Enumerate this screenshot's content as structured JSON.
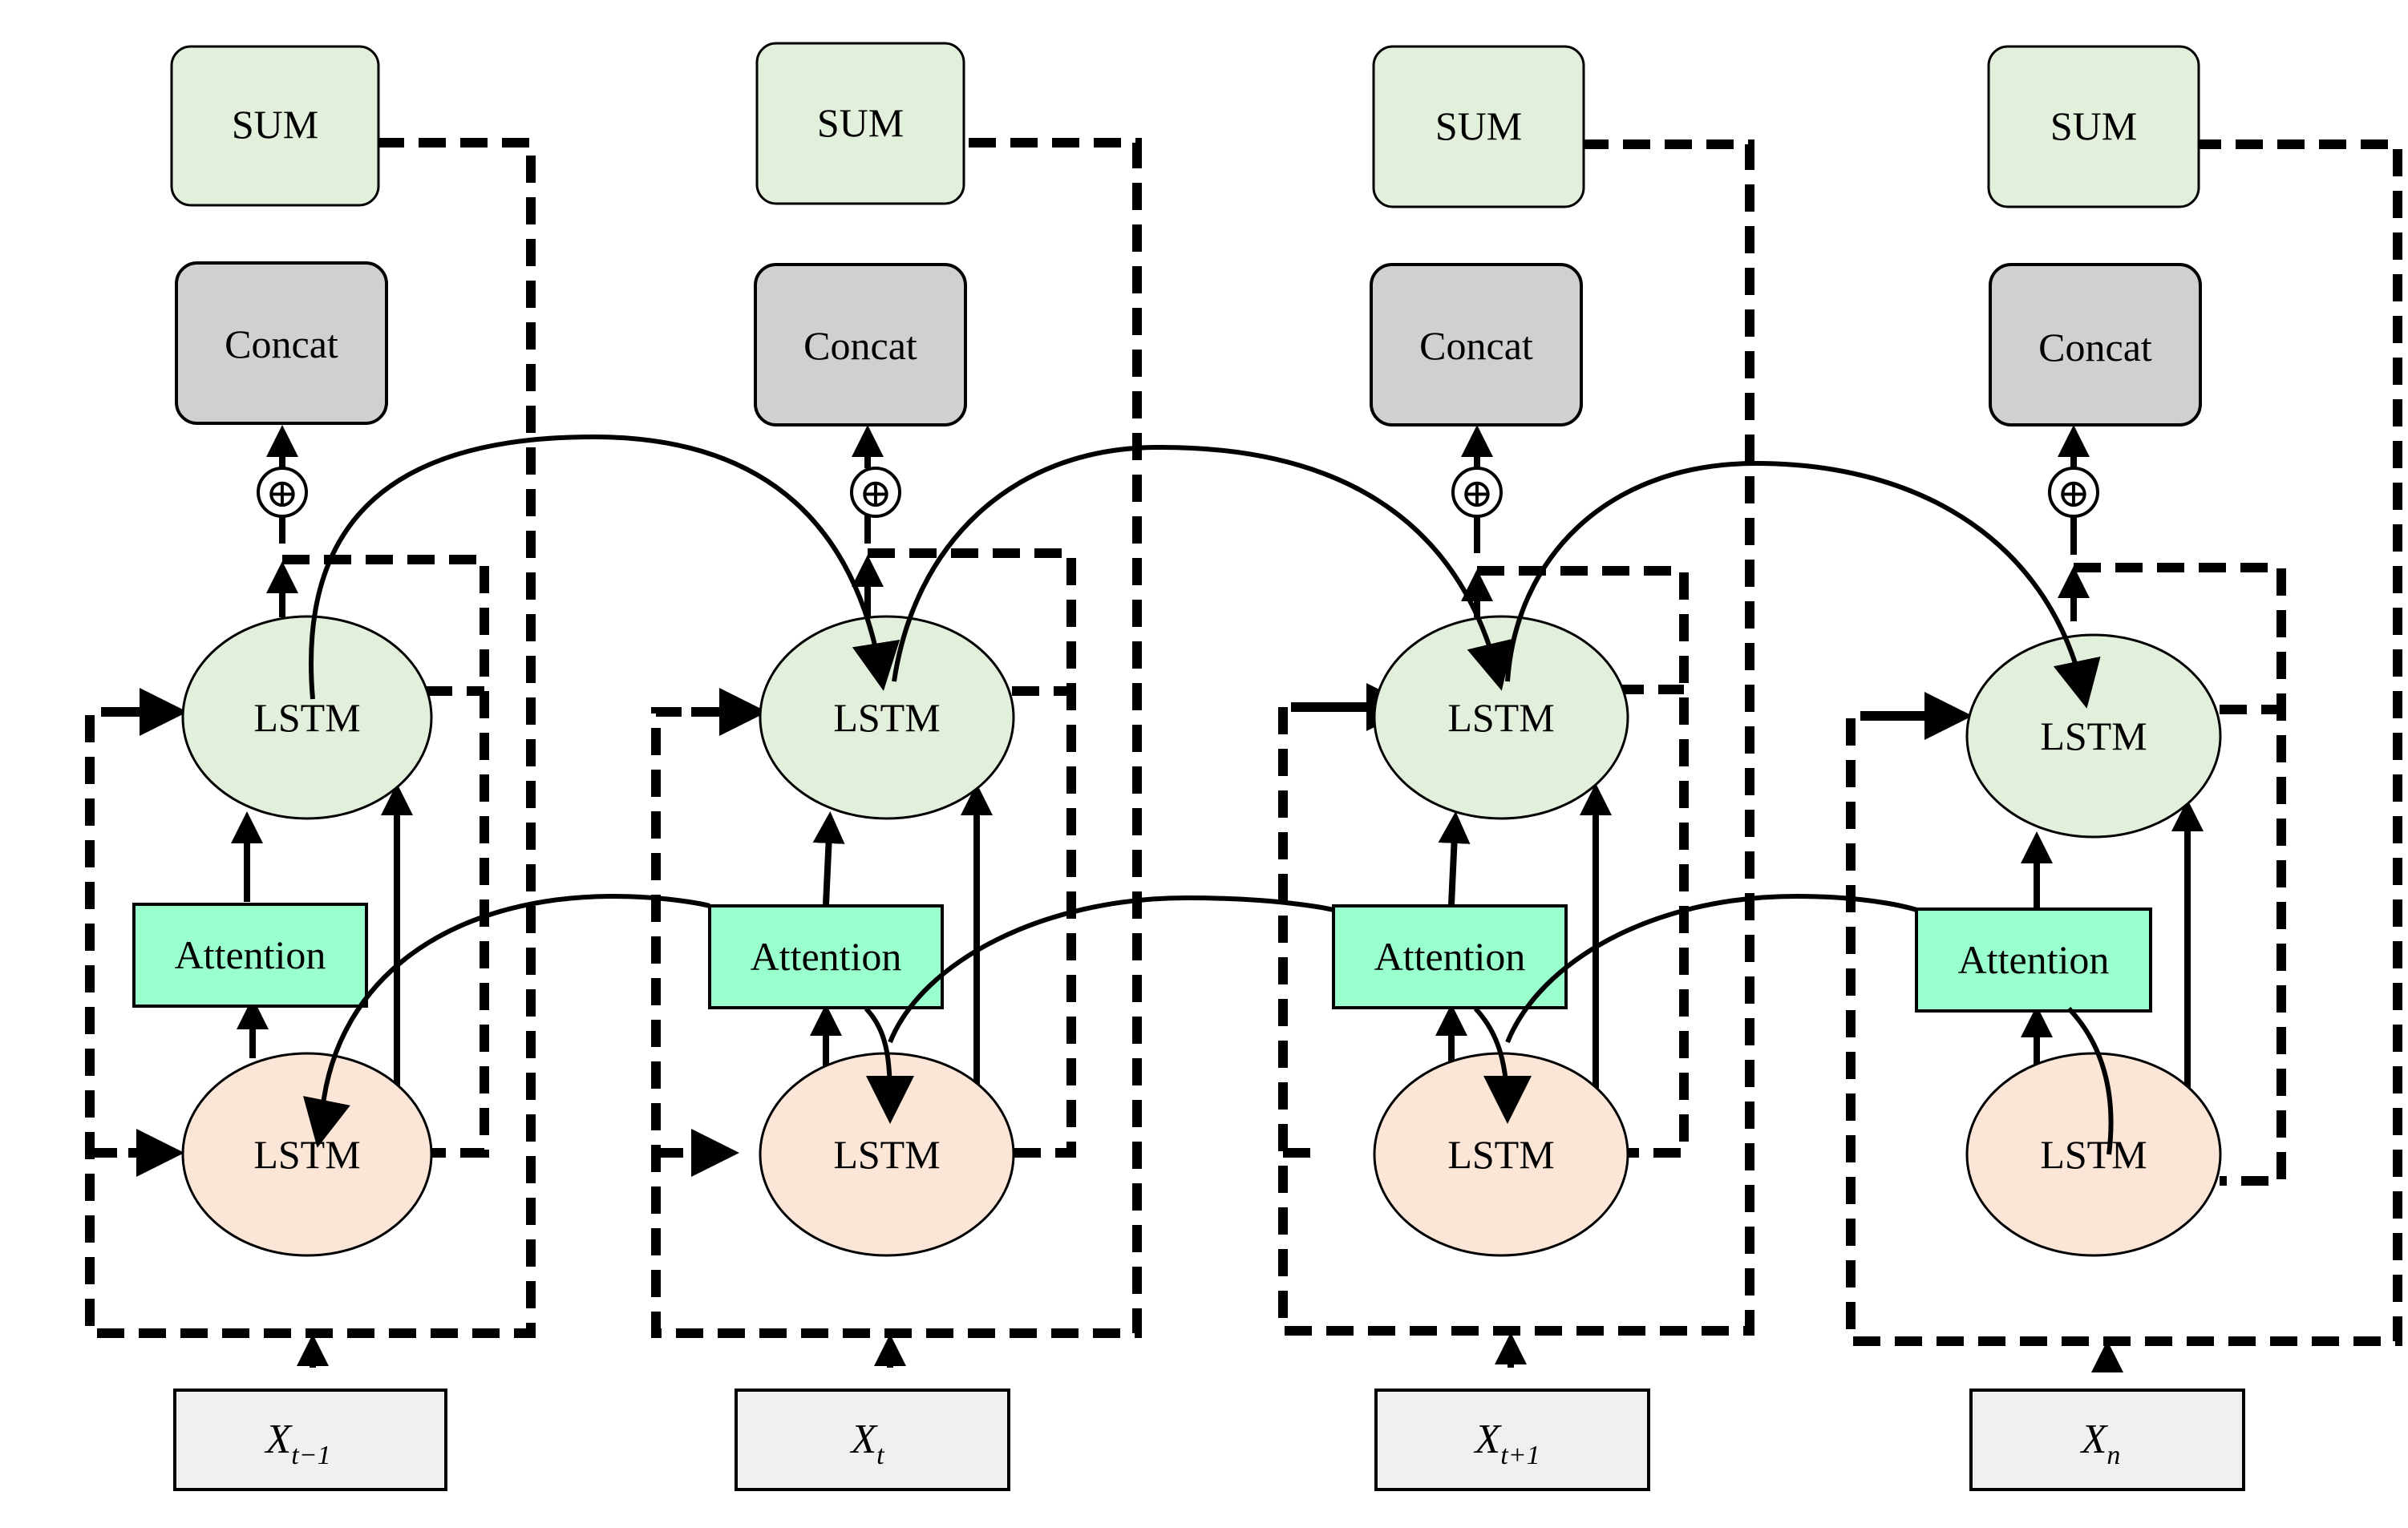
{
  "labels": {
    "sum": "SUM",
    "concat": "Concat",
    "lstm": "LSTM",
    "attention": "Attention",
    "plus": "⊕"
  },
  "columns": [
    {
      "x_main": "X",
      "x_sub": "t−1"
    },
    {
      "x_main": "X",
      "x_sub": "t"
    },
    {
      "x_main": "X",
      "x_sub": "t+1"
    },
    {
      "x_main": "X",
      "x_sub": "n"
    }
  ],
  "colors": {
    "sum_fill": "#e2efda",
    "concat_fill": "#d0d0d0",
    "lstm_top_fill": "#e2efda",
    "lstm_bottom_fill": "#fbe5d6",
    "attention_fill": "#99ffcc",
    "input_fill": "#f0f0f0",
    "stroke": "#000000"
  }
}
